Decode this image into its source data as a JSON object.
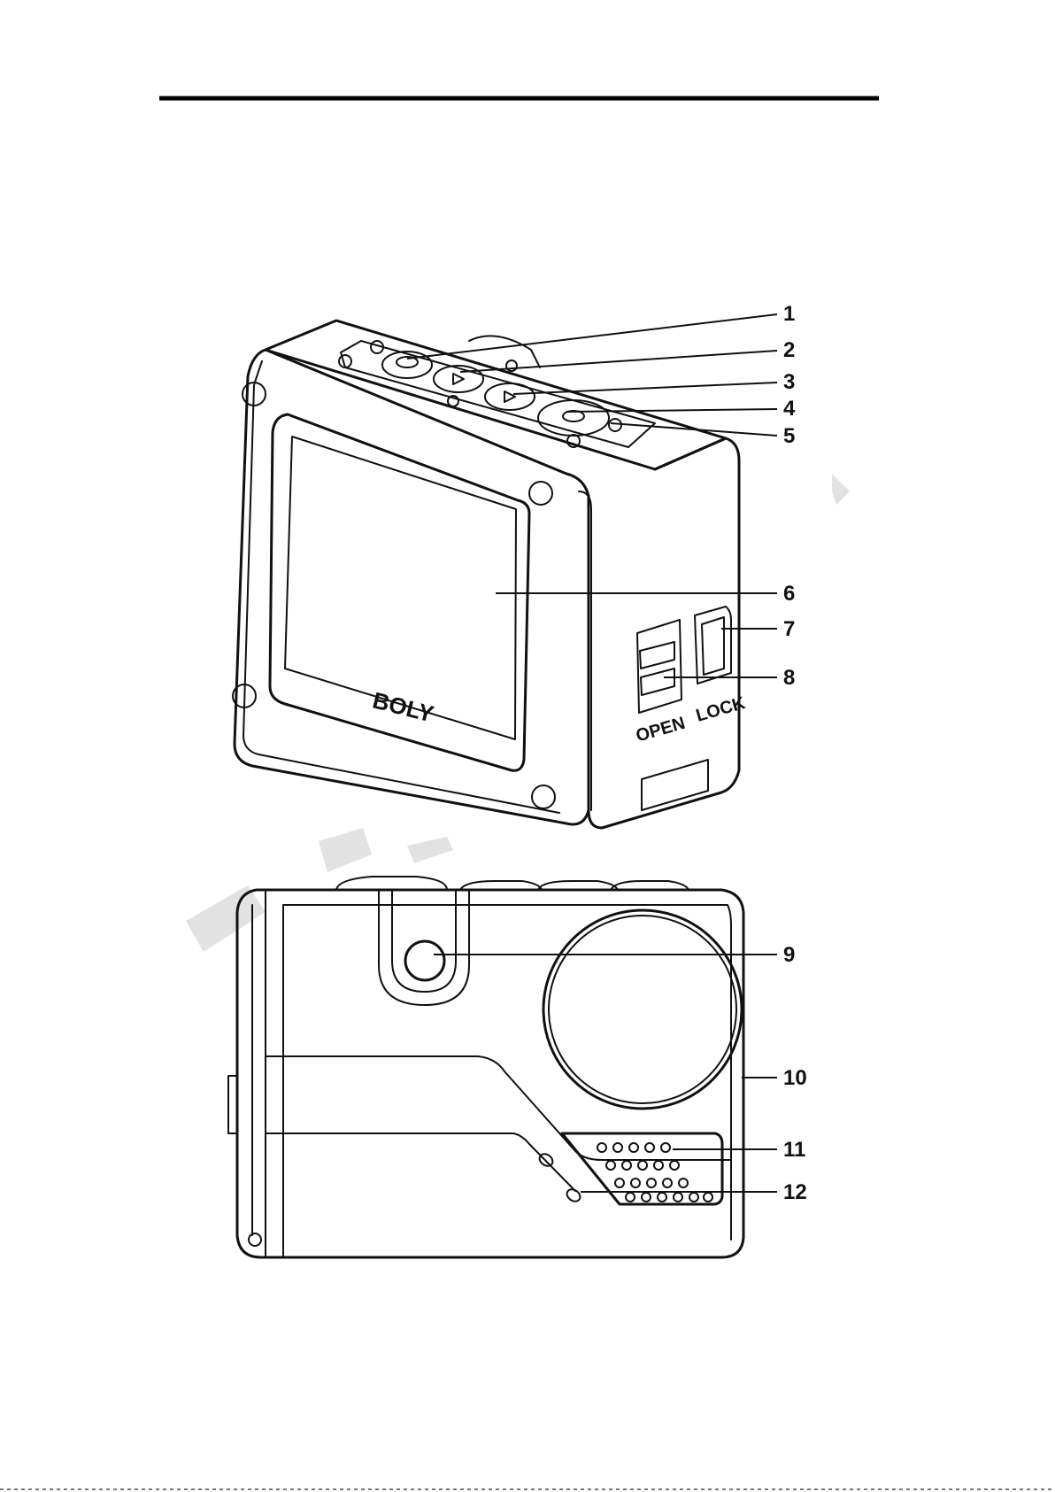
{
  "figure": {
    "brand_label": "BOLY",
    "latch_open_label": "OPEN",
    "latch_lock_label": "LOCK",
    "callouts": [
      {
        "number": "1"
      },
      {
        "number": "2"
      },
      {
        "number": "3"
      },
      {
        "number": "4"
      },
      {
        "number": "5"
      },
      {
        "number": "6"
      },
      {
        "number": "7"
      },
      {
        "number": "8"
      },
      {
        "number": "9"
      },
      {
        "number": "10"
      },
      {
        "number": "11"
      },
      {
        "number": "12"
      }
    ]
  }
}
